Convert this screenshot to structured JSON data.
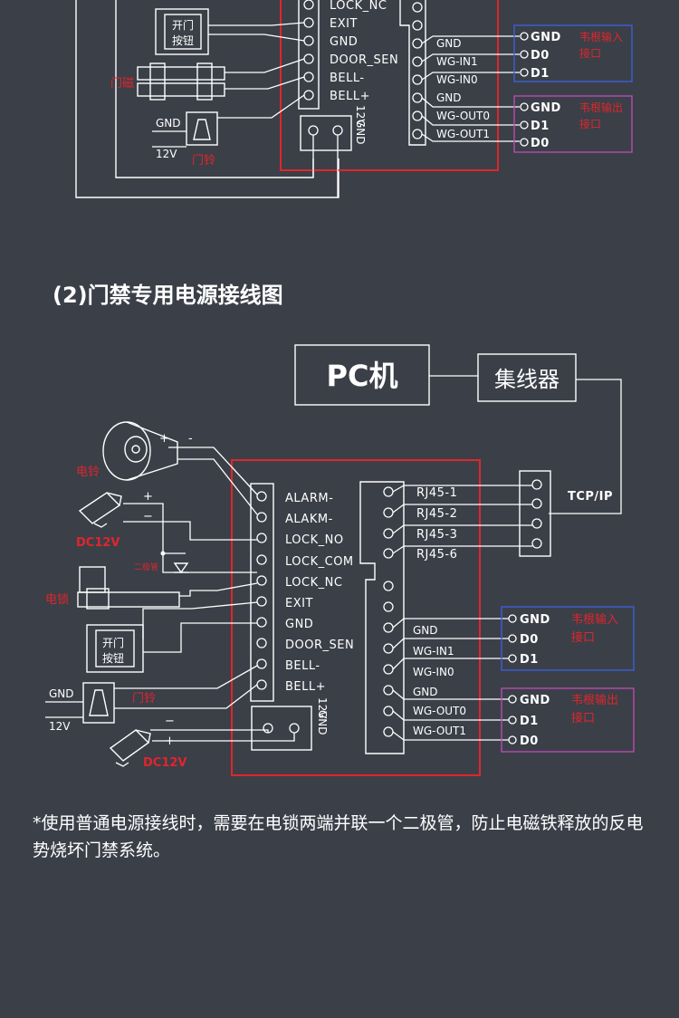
{
  "colors": {
    "background": "#3b3f48",
    "highlight": "#e0262b",
    "input_box": "#3c5fd6",
    "output_box": "#b84bb0",
    "line": "#ffffff"
  },
  "top_diagram": {
    "controller_labels": [
      "LOCK_NC",
      "EXIT",
      "GND",
      "DOOR_SEN",
      "BELL-",
      "BELL+"
    ],
    "power_labels": [
      "12V",
      "GND"
    ],
    "right_labels": [
      "GND",
      "WG-IN1",
      "WG-IN0",
      "GND",
      "WG-OUT0",
      "WG-OUT1"
    ],
    "exit_button_text": [
      "开门",
      "按钮"
    ],
    "magnet_lock_label": "门磁",
    "bell_gnd": "GND",
    "bell_12v": "12V",
    "bell_label": "门铃",
    "wiegand_in": {
      "pins": [
        "GND",
        "D0",
        "D1"
      ],
      "title": [
        "韦根输入",
        "接口"
      ]
    },
    "wiegand_out": {
      "pins": [
        "GND",
        "D1",
        "D0"
      ],
      "title": [
        "韦根输出",
        "接口"
      ]
    }
  },
  "section_title": "(2)门禁专用电源接线图",
  "bottom_diagram": {
    "pc_label": "PC机",
    "hub_label": "集线器",
    "tcpip_label": "TCP/IP",
    "rj45_labels": [
      "RJ45-1",
      "RJ45-2",
      "RJ45-3",
      "RJ45-6"
    ],
    "controller_labels": [
      "ALARM-",
      "ALAKM-",
      "LOCK_NO",
      "LOCK_COM",
      "LOCK_NC",
      "EXIT",
      "GND",
      "DOOR_SEN",
      "BELL-",
      "BELL+"
    ],
    "power_labels": [
      "12V",
      "GND"
    ],
    "right_labels": [
      "GND",
      "WG-IN1",
      "WG-IN0",
      "GND",
      "WG-OUT0",
      "WG-OUT1"
    ],
    "siren_label": "电铃",
    "siren_plus": "+",
    "siren_minus": "-",
    "dc_top_label": "DC12V",
    "dc_top_plus": "+",
    "dc_top_minus": "−",
    "diode_label": "二极管",
    "lock_label": "电锁",
    "exit_button_text": [
      "开门",
      "按钮"
    ],
    "bell_gnd": "GND",
    "bell_12v": "12V",
    "bell_label": "门铃",
    "dc_bottom_label": "DC12V",
    "dc_bottom_minus": "−",
    "dc_bottom_plus": "+",
    "wiegand_in": {
      "pins": [
        "GND",
        "D0",
        "D1"
      ],
      "title": [
        "韦根输入",
        "接口"
      ]
    },
    "wiegand_out": {
      "pins": [
        "GND",
        "D1",
        "D0"
      ],
      "title": [
        "韦根输出",
        "接口"
      ]
    }
  },
  "footnote": "*使用普通电源接线时，需要在电锁两端并联一个二极管，防止电磁铁释放的反电势烧坏门禁系统。"
}
